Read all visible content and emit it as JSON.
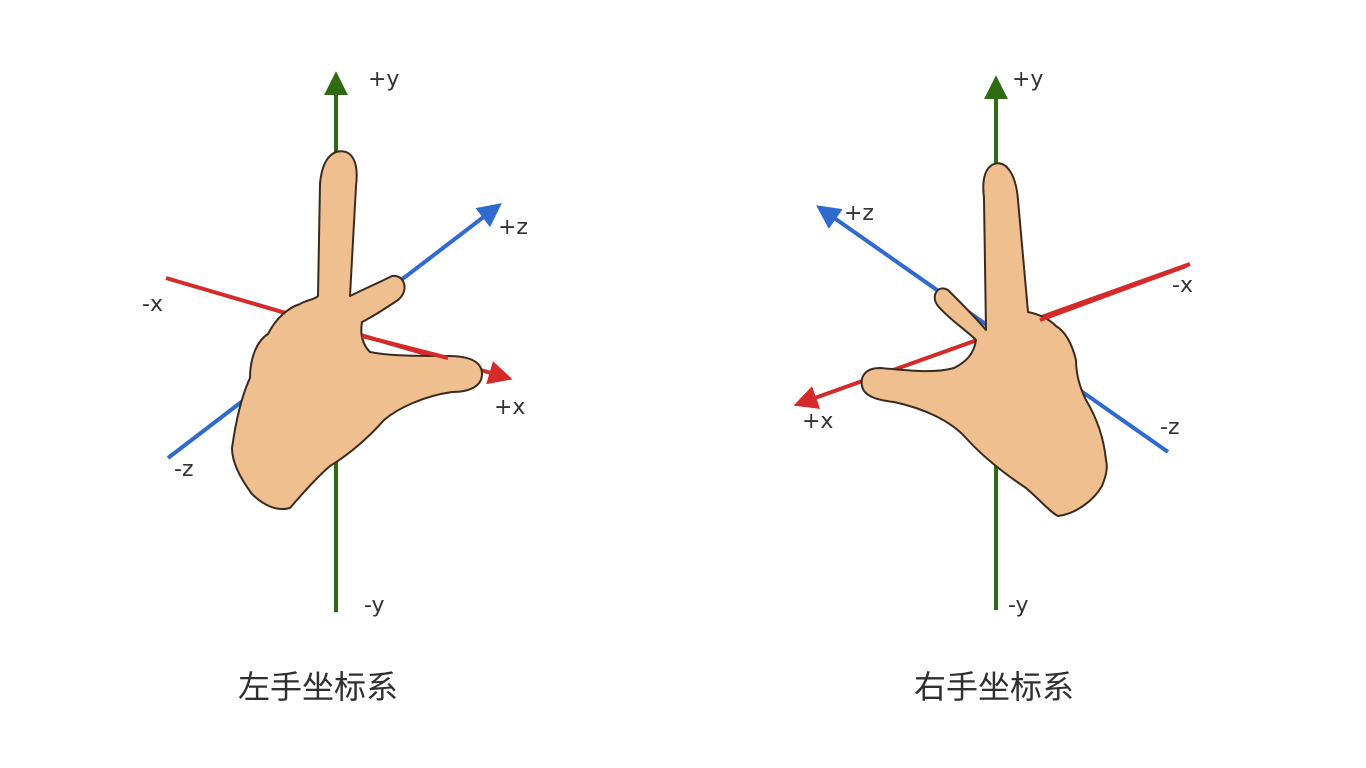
{
  "colors": {
    "x_axis": "#d42a2a",
    "y_axis": "#2f6b12",
    "z_axis": "#2f6ad0",
    "hand_fill": "#efbf8f"
  },
  "left": {
    "caption": "左手坐标系",
    "labels": {
      "py": "+y",
      "ny": "-y",
      "px": "+x",
      "nx": "-x",
      "pz": "+z",
      "nz": "-z"
    }
  },
  "right": {
    "caption": "右手坐标系",
    "labels": {
      "py": "+y",
      "ny": "-y",
      "px": "+x",
      "nx": "-x",
      "pz": "+z",
      "nz": "-z"
    }
  }
}
